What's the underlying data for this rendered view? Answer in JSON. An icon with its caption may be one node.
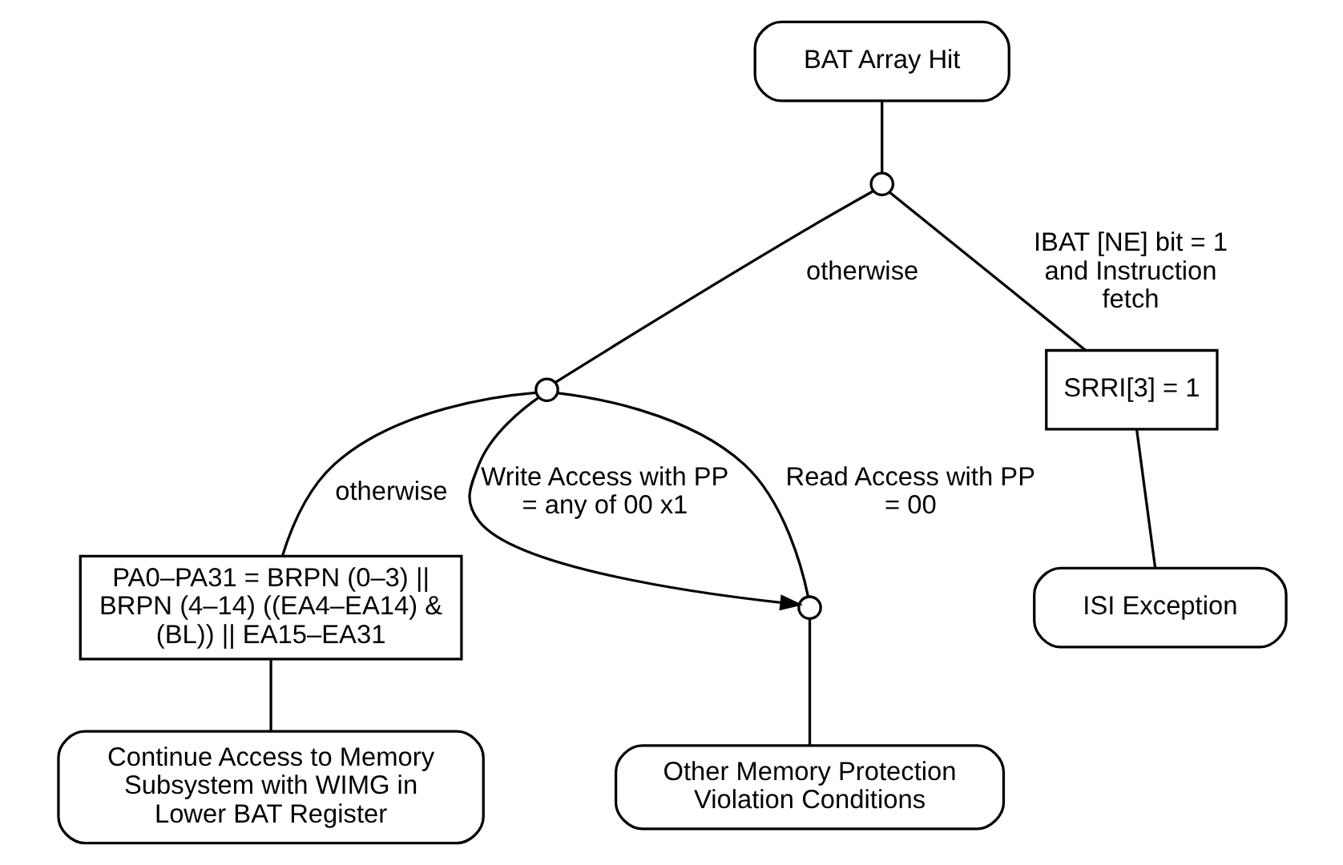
{
  "diagram": {
    "nodes": [
      {
        "text": [
          "BAT Array Hit"
        ]
      },
      {
        "text": [],
        "shape": "circle"
      },
      {
        "text": [],
        "shape": "circle"
      },
      {
        "text": [
          "SRRI[3] = 1"
        ]
      },
      {
        "text": [
          "ISI Exception"
        ]
      },
      {
        "text": [
          "PA0–PA31 = BRPN (0–3) || BRPN (4–14) ((EA4–EA14) & (BL)) || EA15–EA31"
        ]
      },
      {
        "text": [
          "Continue Access to Memory Subsystem with WIMG in Lower BAT Register"
        ]
      },
      {
        "text": [],
        "shape": "circle"
      },
      {
        "text": [
          "Other Memory Protection Violation Conditions"
        ]
      }
    ],
    "edges": [
      {
        "from": 0,
        "to": 1,
        "arrow": "none"
      },
      {
        "from": 1,
        "to": 2,
        "arrow": "none",
        "label": "otherwise"
      },
      {
        "from": 1,
        "to": 3,
        "arrow": "none",
        "label": "IBAT [NE] bit = 1 and Instruction fetch"
      },
      {
        "from": 3,
        "to": 4,
        "arrow": "none"
      },
      {
        "from": 2,
        "to": 5,
        "arrow": "none",
        "label": "otherwise"
      },
      {
        "from": 5,
        "to": 6,
        "arrow": "none"
      },
      {
        "from": 2,
        "to": 7,
        "arrow": "to",
        "label": "Write Access with PP = any of 00 x1"
      },
      {
        "from": 2,
        "to": 7,
        "arrow": "none",
        "label": "Read Access with PP = 00"
      },
      {
        "from": 7,
        "to": 8,
        "arrow": "none"
      }
    ]
  }
}
